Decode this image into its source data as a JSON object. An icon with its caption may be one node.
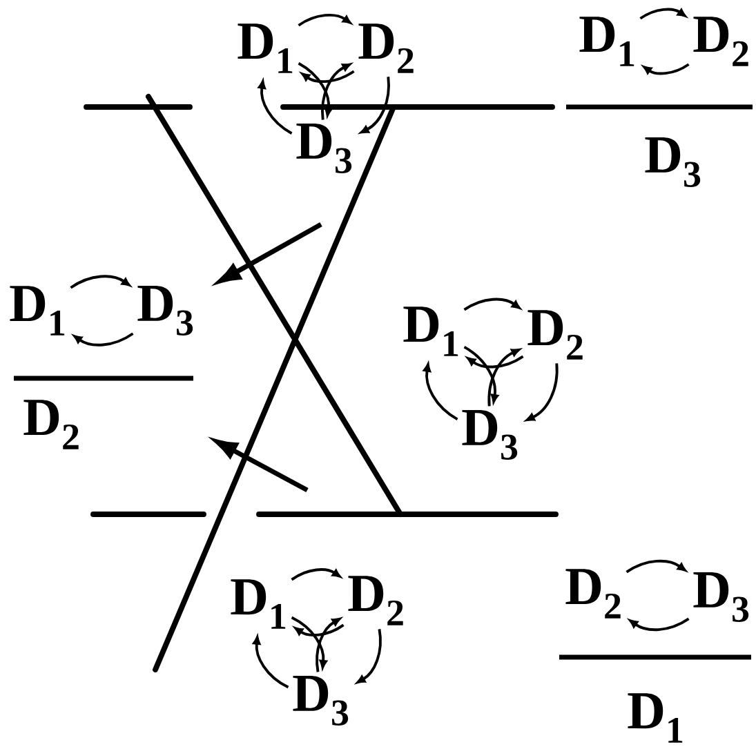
{
  "diagram": {
    "nodes": [
      {
        "text": [
          "D$_{1}$"
        ]
      },
      {
        "text": [
          "D$_{2}$"
        ]
      },
      {
        "text": [
          "D$_{3}$"
        ]
      },
      {
        "text": [
          "D$_{1}$"
        ]
      },
      {
        "text": [
          "D$_{2}$"
        ]
      },
      {
        "text": [
          "D$_{1}$"
        ]
      },
      {
        "text": [
          "D$_{3}$"
        ]
      },
      {
        "text": [
          "D$_{1}$"
        ]
      },
      {
        "text": [
          "D$_{2}$"
        ]
      },
      {
        "text": [
          "D$_{3}$"
        ]
      },
      {
        "text": [
          "D$_{1}$"
        ]
      },
      {
        "text": [
          "D$_{2}$"
        ]
      },
      {
        "text": [
          "D$_{3}$"
        ]
      },
      {
        "text": [
          "D$_{2}$"
        ]
      },
      {
        "text": [
          "D$_{3}$"
        ]
      }
    ],
    "edges": [
      {
        "from": 1,
        "to": 0,
        "arrow": "to"
      },
      {
        "from": 0,
        "to": 1,
        "arrow": "to"
      },
      {
        "from": 0,
        "to": 2,
        "arrow": "to"
      },
      {
        "from": 2,
        "to": 0,
        "arrow": "to"
      },
      {
        "from": 2,
        "to": 1,
        "arrow": "to"
      },
      {
        "from": 1,
        "to": 2,
        "arrow": "to"
      },
      {
        "from": 4,
        "to": 3,
        "arrow": "to"
      },
      {
        "from": 3,
        "to": 4,
        "arrow": "to"
      },
      {
        "from": 6,
        "to": 5,
        "arrow": "to"
      },
      {
        "from": 5,
        "to": 6,
        "arrow": "to"
      },
      {
        "from": 8,
        "to": 7,
        "arrow": "to"
      },
      {
        "from": 7,
        "to": 8,
        "arrow": "to"
      },
      {
        "from": 7,
        "to": 9,
        "arrow": "to"
      },
      {
        "from": 9,
        "to": 7,
        "arrow": "to"
      },
      {
        "from": 9,
        "to": 8,
        "arrow": "to"
      },
      {
        "from": 8,
        "to": 9,
        "arrow": "to"
      },
      {
        "from": 11,
        "to": 10,
        "arrow": "to"
      },
      {
        "from": 10,
        "to": 11,
        "arrow": "to"
      },
      {
        "from": 10,
        "to": 12,
        "arrow": "to"
      },
      {
        "from": 12,
        "to": 10,
        "arrow": "to"
      },
      {
        "from": 12,
        "to": 11,
        "arrow": "to"
      },
      {
        "from": 11,
        "to": 12,
        "arrow": "to"
      },
      {
        "from": 14,
        "to": 13,
        "arrow": "to"
      },
      {
        "from": 13,
        "to": 14,
        "arrow": "to"
      }
    ],
    "labels": [
      "D$_{3}$",
      "D$_{2}$",
      "D$_{1}$"
    ]
  }
}
